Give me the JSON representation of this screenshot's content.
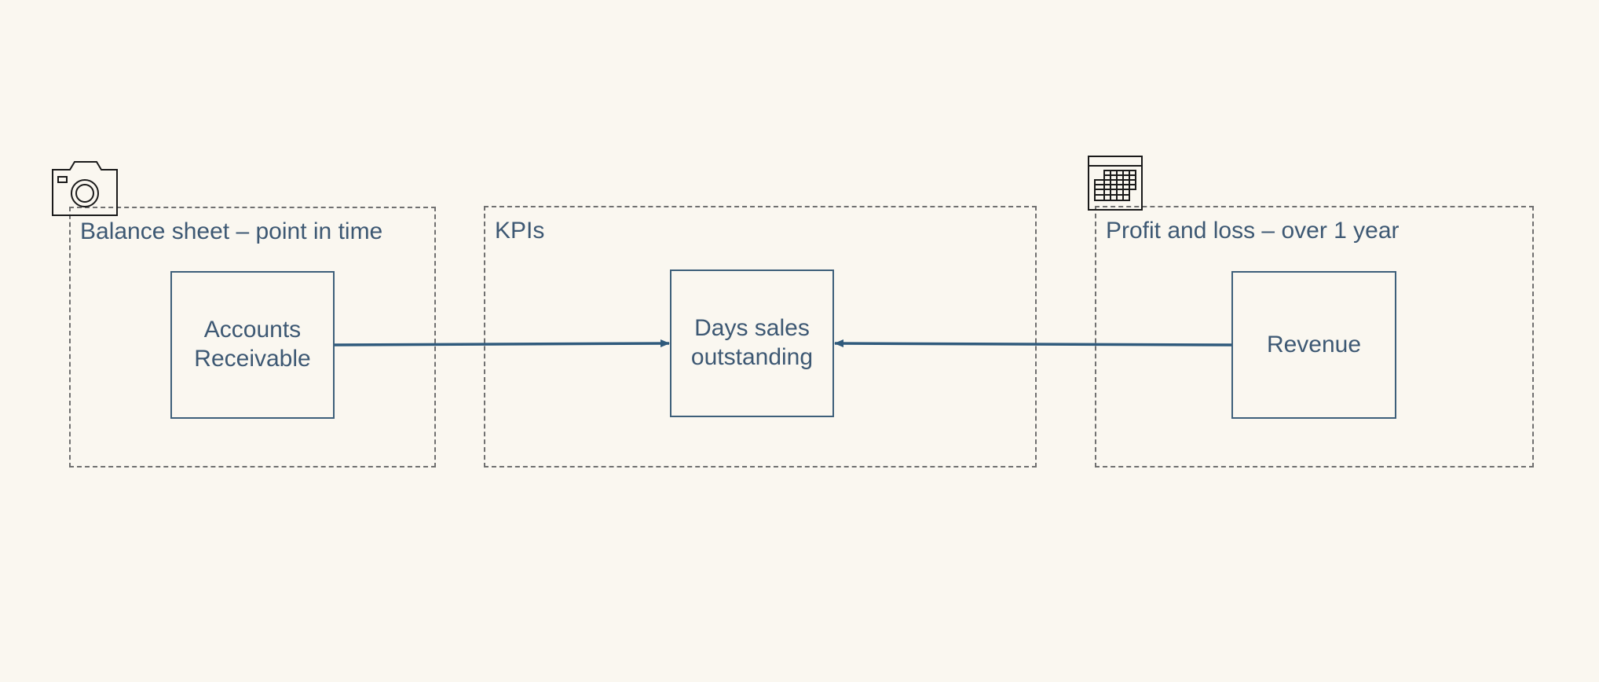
{
  "colors": {
    "background": "#faf7f0",
    "text": "#3d5873",
    "node_border": "#3d5f7a",
    "arrow": "#2f5a7c",
    "group_border": "#707070",
    "icon": "#1a1a1a"
  },
  "groups": [
    {
      "id": "balance-sheet",
      "title": "Balance sheet – point in time",
      "icon": "camera-icon"
    },
    {
      "id": "kpis",
      "title": "KPIs"
    },
    {
      "id": "profit-and-loss",
      "title": "Profit and loss – over 1 year",
      "icon": "calendar-icon"
    }
  ],
  "nodes": [
    {
      "id": "accounts-receivable",
      "label": "Accounts\nReceivable"
    },
    {
      "id": "days-sales-outstanding",
      "label": "Days sales\noutstanding"
    },
    {
      "id": "revenue",
      "label": "Revenue"
    }
  ],
  "edges": [
    {
      "from": "accounts-receivable",
      "to": "days-sales-outstanding"
    },
    {
      "from": "revenue",
      "to": "days-sales-outstanding"
    }
  ]
}
